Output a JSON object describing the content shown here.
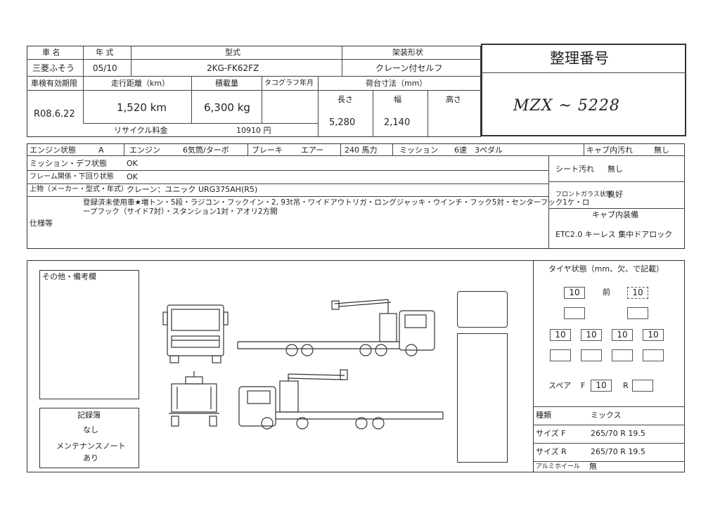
{
  "header": {
    "car_name_label": "車 名",
    "year_label": "年 式",
    "model_label": "型式",
    "body_label": "架装形状",
    "car_name": "三菱ふそう",
    "year": "05/10",
    "model": "2KG-FK62FZ",
    "body": "クレーン付セルフ",
    "inspection_label": "車検有効期限",
    "mileage_label": "走行距離（km）",
    "load_label": "積載量",
    "tacho_label": "タコグラフ年月",
    "bed_label": "荷台寸法（mm）",
    "inspection": "R08.6.22",
    "mileage": "1,520 km",
    "load": "6,300 kg",
    "length_label": "長さ",
    "width_label": "幅",
    "height_label": "高さ",
    "length": "5,280",
    "width": "2,140",
    "recycle_label": "リサイクル料金",
    "recycle": "10910 円"
  },
  "ref": {
    "title": "整理番号",
    "number": "MZX ~ 5228"
  },
  "specs": {
    "engine_state_label": "エンジン状態",
    "engine_state": "A",
    "engine_label": "エンジン",
    "engine": "6気筒/ターボ",
    "brake_label": "ブレーキ",
    "brake": "エアー",
    "power": "240 馬力",
    "mission_label": "ミッション",
    "mission": "6速　3ペダル",
    "cab_dirt_label": "キャブ内汚れ",
    "cab_dirt": "無し",
    "mission_def_label": "ミッション・デフ状態",
    "mission_def": "OK",
    "seat_dirt_label": "シート汚れ",
    "seat_dirt": "無し",
    "frame_label": "フレーム関係・下回り状態",
    "frame": "OK",
    "upper_label": "上物（メーカー・型式・年式）",
    "upper": "クレーン：ユニック URG375AH(R5)",
    "windshield_label": "フロントガラス状態",
    "windshield": "良好",
    "spec_label": "仕様等",
    "spec_line1": "登録済未使用車★増トン・5段・ラジコン・フックイン・2, 93t吊・ワイドアウトリガ・ロングジャッキ・ウインチ・フック5対・センターフック1ケ・ロ",
    "spec_line2": "ープフック（サイド7対）・スタンション1対・アオリ2方開",
    "cab_equip_label": "キャブ内装備",
    "cab_equip": "ETC2.0 キーレス 集中ドアロック"
  },
  "notes": {
    "other_label": "その他・備考欄",
    "record_label": "記録簿",
    "record": "なし",
    "maintenance_label": "メンテナンスノート",
    "maintenance": "あり"
  },
  "tires": {
    "title": "タイヤ状態（mm、欠、で記載）",
    "front_label": "前",
    "front_left": "10",
    "front_right": "10",
    "rear": [
      "10",
      "10",
      "10",
      "10"
    ],
    "spare_label": "スペア",
    "spare_f_label": "F",
    "spare_f": "10",
    "spare_r_label": "R",
    "kind_label": "種類",
    "kind": "ミックス",
    "size_f_label": "サイズ F",
    "size_f": "265/70 R 19.5",
    "size_r_label": "サイズ R",
    "size_r": "265/70 R 19.5",
    "alu_label": "アルミホイール",
    "alu": "無"
  }
}
